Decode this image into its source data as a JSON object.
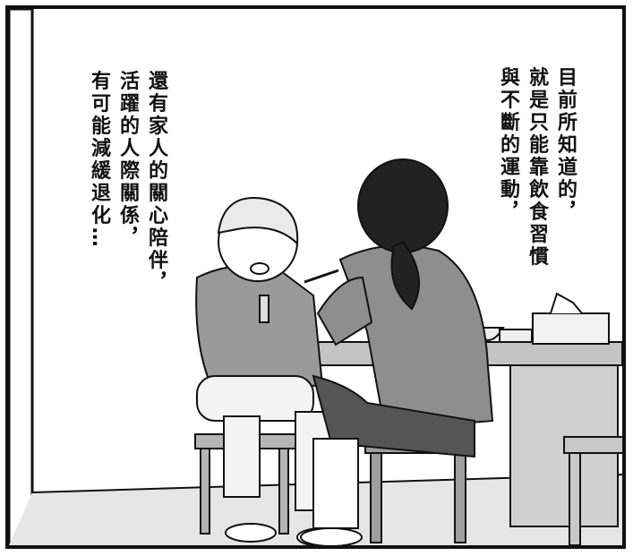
{
  "caption_right": {
    "lines": [
      "目前所知道的，",
      "就是只能靠飲食習慣",
      "與不斷的運動，"
    ]
  },
  "caption_left": {
    "lines": [
      "還有家人的關心陪伴，",
      "活躍的人際關係，",
      "有可能減緩退化…"
    ]
  },
  "colors": {
    "ink": "#111111",
    "shirt_gray": "#8a8a8a",
    "pants_dark": "#555555",
    "floor": "#dcdcdc",
    "table": "#bdbdbd"
  }
}
